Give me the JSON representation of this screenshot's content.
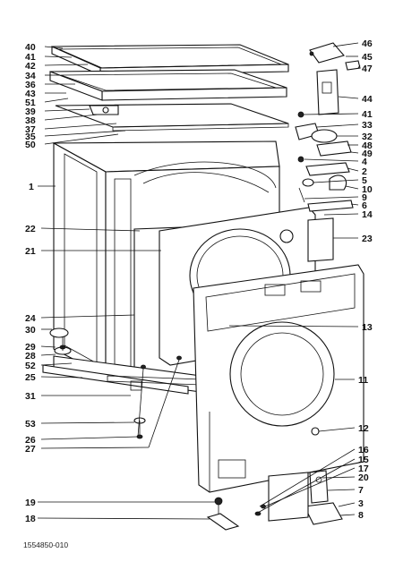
{
  "diagram": {
    "document_number": "1554850-010",
    "part_numbers_left": [
      "40",
      "41",
      "42",
      "34",
      "36",
      "43",
      "51",
      "39",
      "38",
      "37",
      "35",
      "50",
      "1",
      "22",
      "21",
      "24",
      "30",
      "29",
      "28",
      "52",
      "25",
      "31",
      "53",
      "26",
      "27",
      "19",
      "18"
    ],
    "part_numbers_right": [
      "46",
      "45",
      "47",
      "44",
      "41",
      "33",
      "32",
      "48",
      "49",
      "4",
      "2",
      "5",
      "10",
      "9",
      "6",
      "14",
      "23",
      "13",
      "11",
      "12",
      "16",
      "15",
      "17",
      "20",
      "7",
      "3",
      "8"
    ]
  }
}
